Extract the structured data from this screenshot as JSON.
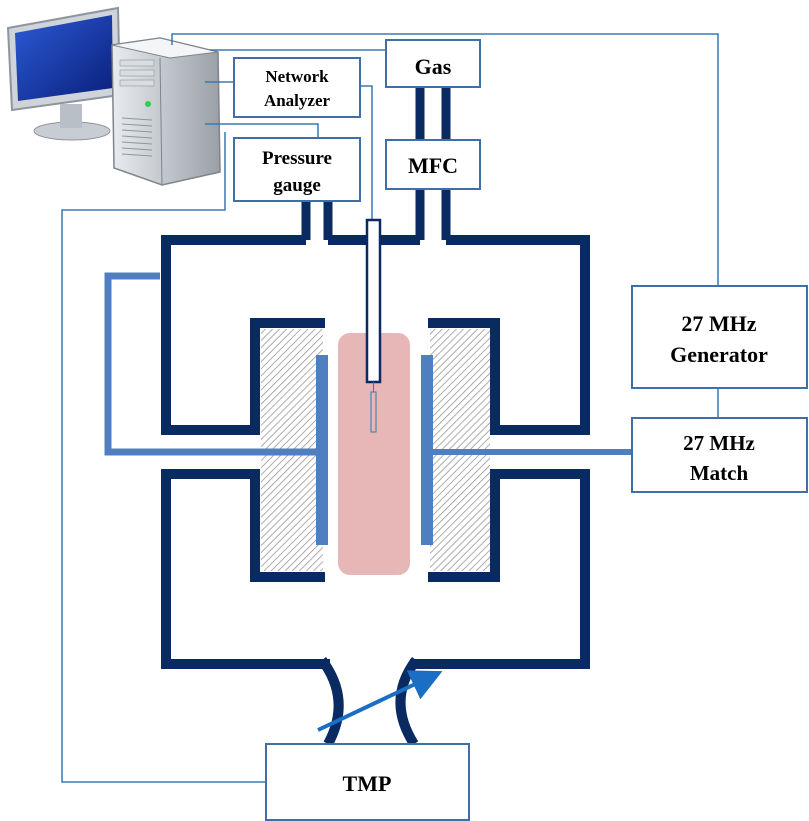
{
  "diagram": {
    "boxes": {
      "gas": "Gas",
      "network_line1": "Network",
      "network_line2": "Analyzer",
      "pressure_line1": "Pressure",
      "pressure_line2": "gauge",
      "mfc": "MFC",
      "generator_line1": "27 MHz",
      "generator_line2": "Generator",
      "match_line1": "27 MHz",
      "match_line2": "Match",
      "tmp": "TMP"
    },
    "icons": [
      "computer-icon"
    ],
    "colors": {
      "chamber": "#0a2a62",
      "electrode": "#4f7fc0",
      "wire": "#3a78b4",
      "plasma": "#e7b6b6",
      "box_border": "#3f6fa8",
      "arrow": "#1a6fc4"
    }
  }
}
